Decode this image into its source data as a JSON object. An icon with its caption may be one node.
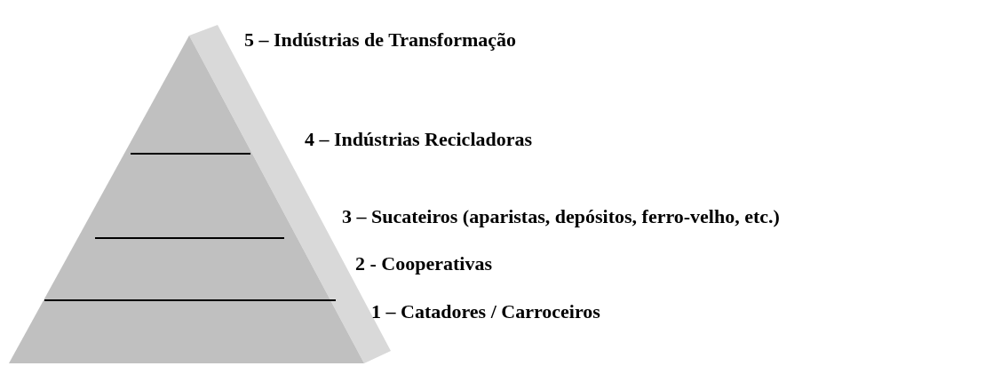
{
  "diagram": {
    "labels": [
      "5 – Indústrias de Transformação",
      "4 – Indústrias Recicladoras",
      "3 – Sucateiros (aparistas, depósitos, ferro-velho, etc.)",
      "2 - Cooperativas",
      "1 – Catadores / Carroceiros"
    ]
  }
}
